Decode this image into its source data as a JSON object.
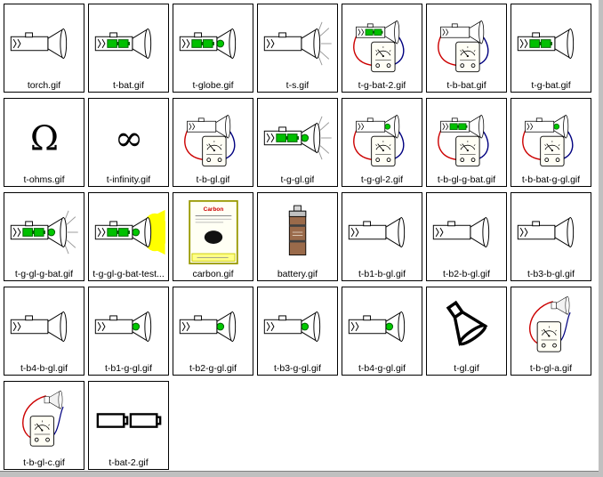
{
  "window": {
    "background": "#ffffff",
    "chrome_gray": "#c0c0c0"
  },
  "gallery": {
    "colors": {
      "battery_green": "#00c000",
      "battery_green_dark": "#006000",
      "bulb_green": "#00c800",
      "wire_red": "#cc0000",
      "wire_blue": "#000080",
      "beam_yellow": "#ffff00",
      "ray_gray": "#999999"
    },
    "items": [
      {
        "label": "torch.gif",
        "icon": "torch"
      },
      {
        "label": "t-bat.gif",
        "icon": "torch-batteries"
      },
      {
        "label": "t-globe.gif",
        "icon": "torch-batteries-globe"
      },
      {
        "label": "t-s.gif",
        "icon": "torch-rays"
      },
      {
        "label": "t-g-bat-2.gif",
        "icon": "torch-batteries-meter"
      },
      {
        "label": "t-b-bat.gif",
        "icon": "torch-meter"
      },
      {
        "label": "t-g-bat.gif",
        "icon": "torch-batteries"
      },
      {
        "label": "t-ohms.gif",
        "icon": "ohms-symbol",
        "glyph": "Ω"
      },
      {
        "label": "t-infinity.gif",
        "icon": "infinity-symbol",
        "glyph": "∞"
      },
      {
        "label": "t-b-gl.gif",
        "icon": "torch-meter"
      },
      {
        "label": "t-g-gl.gif",
        "icon": "torch-batteries-globe-rays"
      },
      {
        "label": "t-g-gl-2.gif",
        "icon": "torch-globe-meter"
      },
      {
        "label": "t-b-gl-g-bat.gif",
        "icon": "torch-batteries-meter"
      },
      {
        "label": "t-b-bat-g-gl.gif",
        "icon": "torch-globe-meter"
      },
      {
        "label": "t-g-gl-g-bat.gif",
        "icon": "torch-batteries-globe-rays"
      },
      {
        "label": "t-g-gl-g-bat-test...",
        "icon": "torch-beam"
      },
      {
        "label": "carbon.gif",
        "icon": "carbon-document",
        "thumb_text": "Carbon"
      },
      {
        "label": "battery.gif",
        "icon": "battery-cell"
      },
      {
        "label": "t-b1-b-gl.gif",
        "icon": "torch"
      },
      {
        "label": "t-b2-b-gl.gif",
        "icon": "torch"
      },
      {
        "label": "t-b3-b-gl.gif",
        "icon": "torch"
      },
      {
        "label": "t-b4-b-gl.gif",
        "icon": "torch"
      },
      {
        "label": "t-b1-g-gl.gif",
        "icon": "torch-globe"
      },
      {
        "label": "t-b2-g-gl.gif",
        "icon": "torch-globe"
      },
      {
        "label": "t-b3-g-gl.gif",
        "icon": "torch-globe"
      },
      {
        "label": "t-b4-g-gl.gif",
        "icon": "torch-globe"
      },
      {
        "label": "t-gl.gif",
        "icon": "globe-reflector"
      },
      {
        "label": "t-b-gl-a.gif",
        "icon": "meter-circuit"
      },
      {
        "label": "t-b-gl-c.gif",
        "icon": "meter-circuit"
      },
      {
        "label": "t-bat-2.gif",
        "icon": "battery-cells-outline"
      }
    ]
  }
}
